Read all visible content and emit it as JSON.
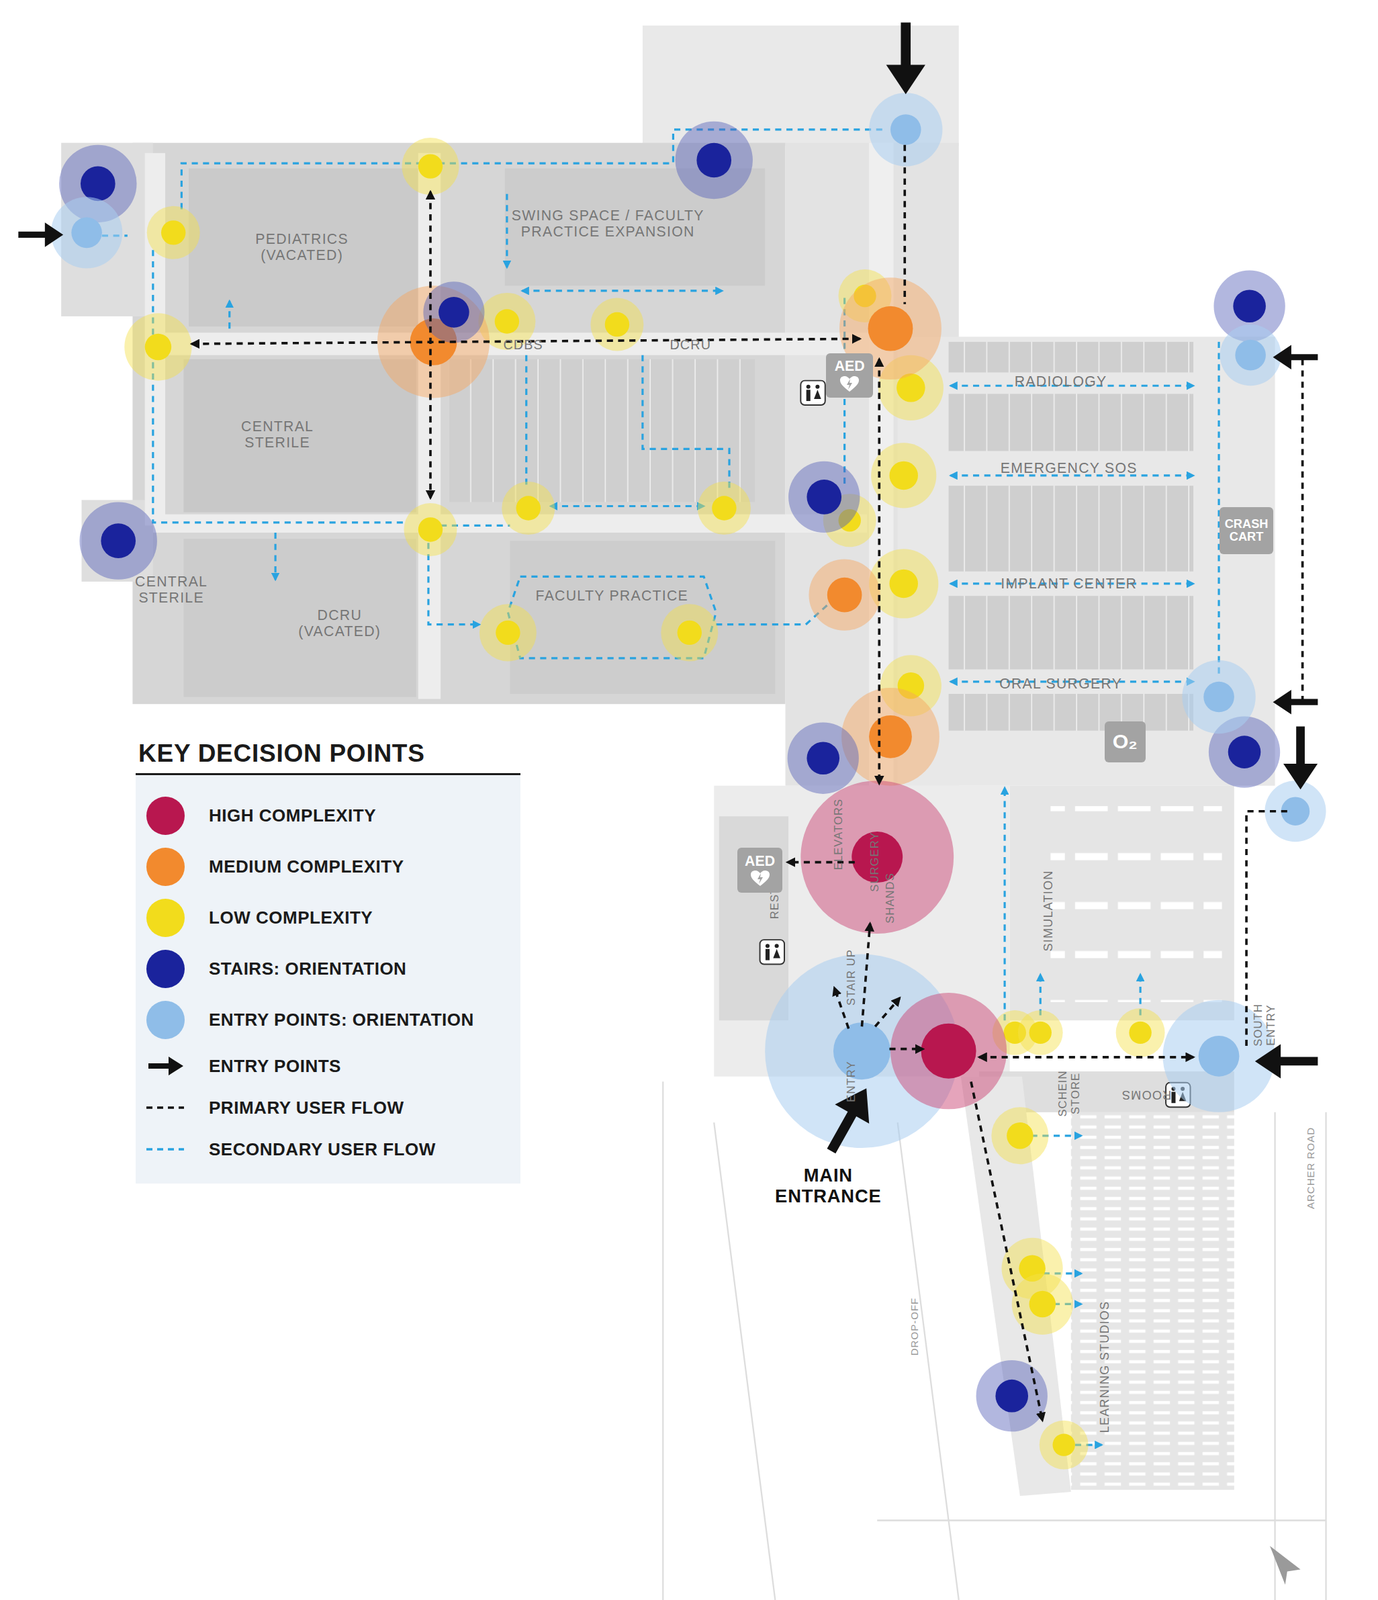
{
  "diagram": {
    "title": "KEY DECISION POINTS",
    "nodes": [
      {
        "text": [
          "AED"
        ]
      },
      {
        "text": [
          "CRASH CART"
        ]
      },
      {
        "text": [
          "O₂"
        ]
      },
      {
        "text": [
          "AED"
        ]
      }
    ],
    "labels": [
      "PEDIATRICS (VACATED)",
      "SWING SPACE / FACULTY PRACTICE EXPANSION",
      "CDBS",
      "DCRU",
      "CENTRAL STERILE",
      "CENTRAL STERILE",
      "DCRU (VACATED)",
      "FACULTY PRACTICE",
      "RADIOLOGY",
      "EMERGENCY SOS",
      "IMPLANT CENTER",
      "ORAL SURGERY",
      "ELEVATORS",
      "SURGERY",
      "SHANDS",
      "REST",
      "STAIR UP",
      "ENTRY",
      "SIMULATION",
      "SCHEIN STORE",
      "ROOMS",
      "SOUTH ENTRY",
      "MAIN ENTRANCE",
      "LEARNING STUDIOS",
      "DROP-OFF",
      "ARCHER ROAD"
    ],
    "legend": [
      {
        "text": "HIGH COMPLEXITY",
        "color": "#b8174f"
      },
      {
        "text": "MEDIUM COMPLEXITY",
        "color": "#f28a2e"
      },
      {
        "text": "LOW COMPLEXITY",
        "color": "#f2dc1c"
      },
      {
        "text": "STAIRS: ORIENTATION",
        "color": "#1a239c"
      },
      {
        "text": "ENTRY POINTS: ORIENTATION",
        "color": "#8fbde8"
      },
      {
        "text": "ENTRY POINTS"
      },
      {
        "text": "PRIMARY USER FLOW"
      },
      {
        "text": "SECONDARY USER FLOW"
      }
    ]
  }
}
